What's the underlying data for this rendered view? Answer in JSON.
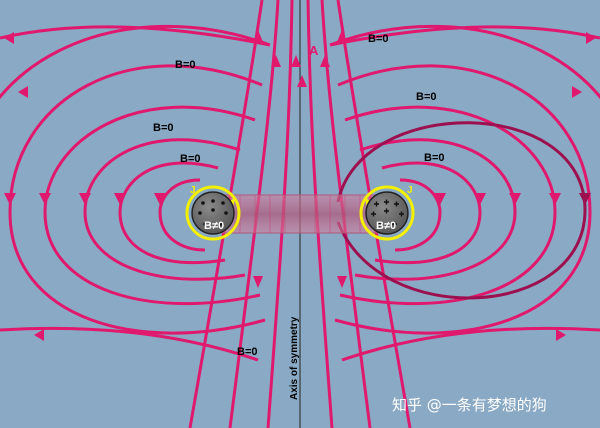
{
  "labels": {
    "b_zero_top_right": "B=0",
    "b_zero_upper_left": "B=0",
    "b_zero_right_mid": "B=0",
    "b_zero_left_mid": "B=0",
    "b_zero_right_inner": "B=0",
    "b_zero_left_inner": "B=0",
    "b_zero_bottom": "B=0",
    "b_nonzero_left": "B≠0",
    "b_nonzero_right": "B≠0",
    "current_left": "J",
    "current_right": "J",
    "vector_potential": "A",
    "axis": "Axis of symmetry"
  },
  "watermark": "知乎 @一条有梦想的狗",
  "colors": {
    "background": "#8aa9c4",
    "field_line": "#e0186e",
    "field_line_dark": "#9c1050",
    "current_loop": "#f4f000",
    "core": "#6f6f6f"
  }
}
